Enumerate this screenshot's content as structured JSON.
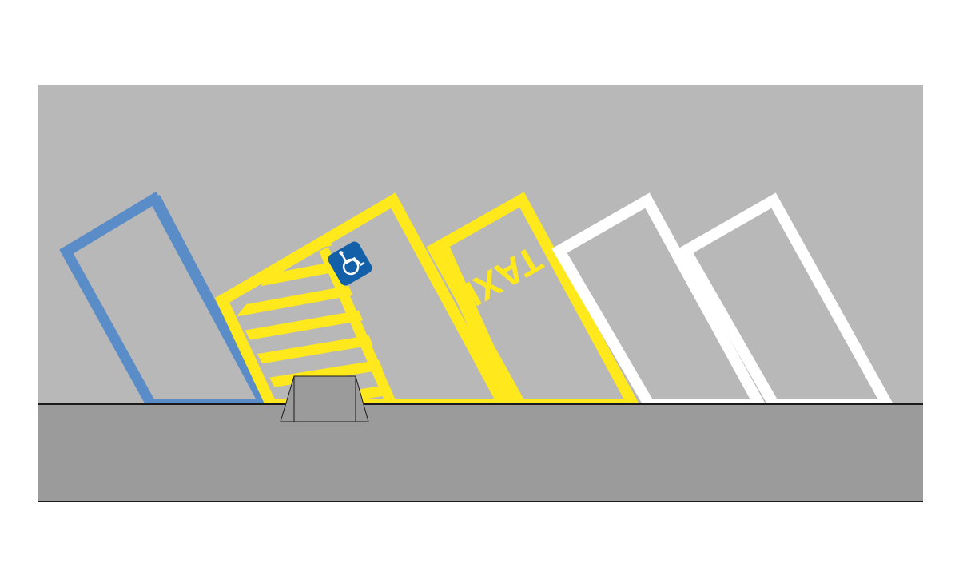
{
  "diagram": {
    "colors": {
      "background": "#ffffff",
      "road": "#b8b8b8",
      "sidewalk": "#9b9b9b",
      "curb_line": "#1a1a1a",
      "bumper": "#9b9b9b",
      "blue": "#5a8cc8",
      "yellow": "#ffe81c",
      "white": "#ffffff",
      "sign_blue": "#1460a8"
    },
    "spaces": [
      {
        "id": "standard-blue",
        "line_color": "blue"
      },
      {
        "id": "accessible-hatched",
        "line_color": "yellow",
        "sign_icon": "wheelchair-icon"
      },
      {
        "id": "taxi",
        "line_color": "yellow",
        "label": "TAXI"
      },
      {
        "id": "standard-white-1",
        "line_color": "white"
      },
      {
        "id": "standard-white-2",
        "line_color": "white"
      }
    ],
    "taxi_label": "TAXI",
    "accessible_sign_icon": "wheelchair-icon",
    "wheel_stop": "wheel-stop"
  }
}
